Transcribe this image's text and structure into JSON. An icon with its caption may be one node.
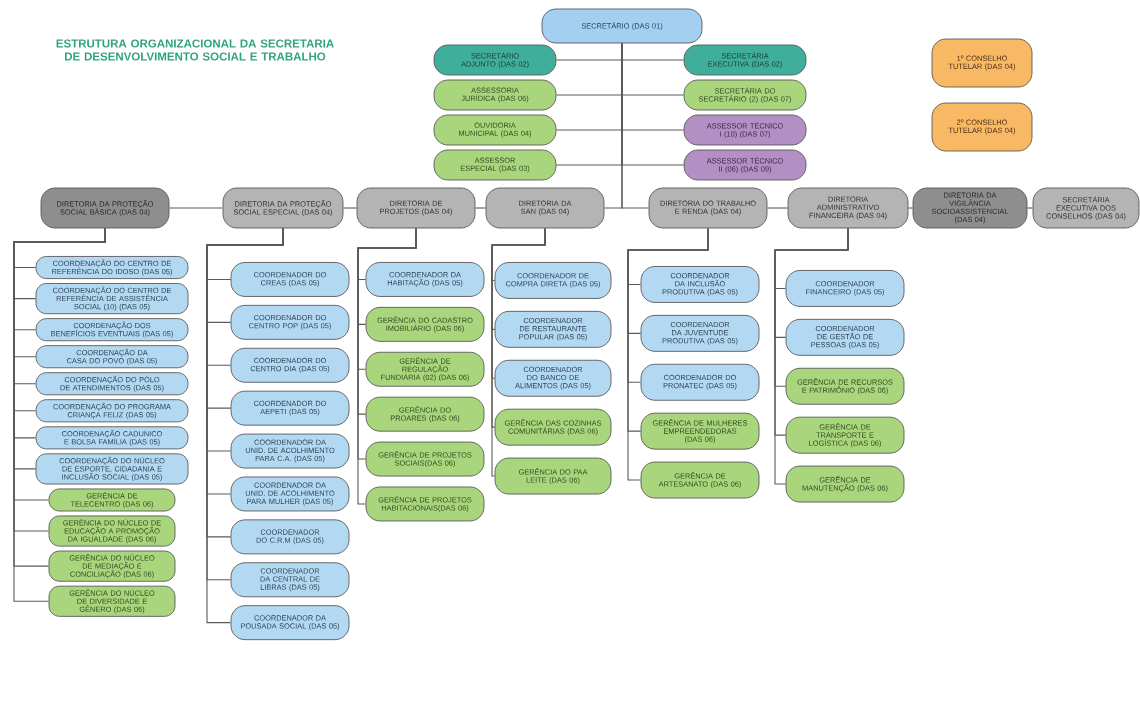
{
  "diagram": {
    "title": "ESTRUTURA ORGANIZACIONAL DA SECRETARIA DE DESENVOLVIMENTO SOCIAL E TRABALHO",
    "nodes": [
      {
        "text": [
          "SECRETÁRIO (DAS 01)"
        ]
      },
      {
        "text": [
          "SECRETÁRIO ADJUNTO (DAS 02)"
        ]
      },
      {
        "text": [
          "SECRETÁRIA EXECUTIVA (DAS 02)"
        ]
      },
      {
        "text": [
          "ASSESSORIA JURÍDICA (DAS 06)"
        ]
      },
      {
        "text": [
          "SECRETÁRIA DO SECRETÁRIO (2) (DAS 07)"
        ]
      },
      {
        "text": [
          "OUVIDORIA MUNICIPAL (DAS 04)"
        ]
      },
      {
        "text": [
          "ASSESSOR TÉCNICO I (10) (DAS 07)"
        ]
      },
      {
        "text": [
          "ASSESSOR ESPECIAL (DAS 03)"
        ]
      },
      {
        "text": [
          "ASSESSOR TÉCNICO II (06) (DAS 09)"
        ]
      },
      {
        "text": [
          "1º CONSELHO TUTELAR (DAS 04)"
        ]
      },
      {
        "text": [
          "2º CONSELHO TUTELAR (DAS 04)"
        ]
      },
      {
        "text": [
          "DIRETORIA DA PROTEÇÃO SOCIAL BÁSICA (DAS 04)"
        ]
      },
      {
        "text": [
          "DIRETORIA DA PROTEÇÃO SOCIAL ESPECIAL (DAS 04)"
        ]
      },
      {
        "text": [
          "DIRETORIA DE PROJETOS (DAS 04)"
        ]
      },
      {
        "text": [
          "DIRETORIA DA SAN (DAS 04)"
        ]
      },
      {
        "text": [
          "DIRETORIA DO TRABALHO E RENDA (DAS 04)"
        ]
      },
      {
        "text": [
          "DIRETORIA ADMINISTRATIVO FINANCEIRA (DAS 04)"
        ]
      },
      {
        "text": [
          "DIRETORIA DA VIGILÂNCIA SOCIOASSISTENCIAL (DAS 04)"
        ]
      },
      {
        "text": [
          "SECRETÁRIA EXECUTIVA DOS CONSELHOS (DAS 04)"
        ]
      },
      {
        "text": [
          "COORDENAÇÃO DO CENTRO DE REFERÊNCIA DO IDOSO (DAS 05)"
        ]
      },
      {
        "text": [
          "COORDENAÇÃO DO CENTRO DE REFERÊNCIA DE ASSISTÊNCIA SOCIAL (10) (DAS 05)"
        ]
      },
      {
        "text": [
          "COORDENAÇÃO DOS BENEFÍCIOS EVENTUAIS (DAS 05)"
        ]
      },
      {
        "text": [
          "COORDENAÇÃO DA CASA DO POVO (DAS 05)"
        ]
      },
      {
        "text": [
          "COORDENAÇÃO DO PÓLO DE ATENDIMENTOS (DAS 05)"
        ]
      },
      {
        "text": [
          "COORDENAÇÃO DO PROGRAMA CRIANÇA FELIZ (DAS 05)"
        ]
      },
      {
        "text": [
          "COORDENAÇÃO CADUNICO E BOLSA FAMÍLIA (DAS 05)"
        ]
      },
      {
        "text": [
          "COORDENAÇÃO DO NÚCLEO DE ESPORTE, CIDADANIA E INCLUSÃO SOCIAL (DAS 05)"
        ]
      },
      {
        "text": [
          "GERÊNCIA DE TELECENTRO (DAS 06)"
        ]
      },
      {
        "text": [
          "GERÊNCIA DO NÚCLEO DE EDUCAÇÃO A PROMOÇÃO DA IGUALDADE (DAS 06)"
        ]
      },
      {
        "text": [
          "GERÊNCIA DO NÚCLEO DE MEDIAÇÃO E CONCILIAÇÃO (DAS 06)"
        ]
      },
      {
        "text": [
          "GERÊNCIA DO NÚCLEO DE DIVERSIDADE E GÊNERO (DAS 06)"
        ]
      },
      {
        "text": [
          "COORDENADOR DO CREAS (DAS 05)"
        ]
      },
      {
        "text": [
          "COORDENADOR DO CENTRO POP (DAS 05)"
        ]
      },
      {
        "text": [
          "COORDENADOR DO CENTRO DIA (DAS 05)"
        ]
      },
      {
        "text": [
          "COORDENADOR DO AEPETI (DAS 05)"
        ]
      },
      {
        "text": [
          "COORDENADOR DA UNID. DE ACOLHIMENTO PARA C.A. (DAS 05)"
        ]
      },
      {
        "text": [
          "COORDENADOR DA UNID. DE ACOLHIMENTO PARA MULHER (DAS 05)"
        ]
      },
      {
        "text": [
          "COORDENADOR DO C.R.M (DAS 05)"
        ]
      },
      {
        "text": [
          "COORDENADOR DA CENTRAL DE LIBRAS (DAS 05)"
        ]
      },
      {
        "text": [
          "COORDENADOR DA POUSADA SOCIAL (DAS 05)"
        ]
      },
      {
        "text": [
          "COORDENADOR DA HABITAÇÃO (DAS 05)"
        ]
      },
      {
        "text": [
          "GERÊNCIA DO CADASTRO IMOBILIÁRIO (DAS 06)"
        ]
      },
      {
        "text": [
          "GERÊNCIA DE REGULAÇÃO FUNDIÁRIA (02) (DAS 06)"
        ]
      },
      {
        "text": [
          "GERÊNCIA DO PROARES (DAS 06)"
        ]
      },
      {
        "text": [
          "GERÊNCIA DE PROJETOS SOCIAIS(DAS 06)"
        ]
      },
      {
        "text": [
          "GERÊNCIA DE PROJETOS HABITACIONAIS(DAS 06)"
        ]
      },
      {
        "text": [
          "COORDENADOR DE COMPRA DIRETA (DAS 05)"
        ]
      },
      {
        "text": [
          "COORDENADOR DE RESTAURANTE POPULAR (DAS 05)"
        ]
      },
      {
        "text": [
          "COORDENADOR DO BANCO DE ALIMENTOS (DAS 05)"
        ]
      },
      {
        "text": [
          "GERÊNCIA DAS COZINHAS COMUNITÁRIAS (DAS 06)"
        ]
      },
      {
        "text": [
          "GERÊNCIA DO PAA LEITE (DAS 06)"
        ]
      },
      {
        "text": [
          "COORDENADOR DA INCLUSÃO PRODUTIVA (DAS 05)"
        ]
      },
      {
        "text": [
          "COORDENADOR DA JUVENTUDE PRODUTIVA (DAS 05)"
        ]
      },
      {
        "text": [
          "COORDENADOR DO PRONATEC (DAS 05)"
        ]
      },
      {
        "text": [
          "GERÊNCIA DE MULHERES EMPREENDEDORAS (DAS 06)"
        ]
      },
      {
        "text": [
          "GERÊNCIA DE ARTESANATO (DAS 06)"
        ]
      },
      {
        "text": [
          "COORDENADOR FINANCEIRO (DAS 05)"
        ]
      },
      {
        "text": [
          "COORDENADOR DE GESTÃO DE PESSOAS (DAS 05)"
        ]
      },
      {
        "text": [
          "GERÊNCIA DE RECURSOS E PATRIMÔNIO (DAS 06)"
        ]
      },
      {
        "text": [
          "GERÊNCIA DE TRANSPORTE E LOGÍSTICA (DAS 06)"
        ]
      },
      {
        "text": [
          "GERÊNCIA DE MANUTENÇÃO (DAS 06)"
        ]
      }
    ],
    "edges": [
      {
        "from": 0,
        "to": 1,
        "arrow": "none"
      },
      {
        "from": 0,
        "to": 2,
        "arrow": "none"
      },
      {
        "from": 0,
        "to": 3,
        "arrow": "none"
      },
      {
        "from": 0,
        "to": 4,
        "arrow": "none"
      },
      {
        "from": 0,
        "to": 5,
        "arrow": "none"
      },
      {
        "from": 0,
        "to": 6,
        "arrow": "none"
      },
      {
        "from": 0,
        "to": 7,
        "arrow": "none"
      },
      {
        "from": 0,
        "to": 8,
        "arrow": "none"
      },
      {
        "from": 0,
        "to": 14,
        "arrow": "none"
      },
      {
        "from": 0,
        "to": 15,
        "arrow": "none"
      },
      {
        "from": 11,
        "to": 12,
        "arrow": "none"
      },
      {
        "from": 12,
        "to": 13,
        "arrow": "none"
      },
      {
        "from": 13,
        "to": 14,
        "arrow": "none"
      },
      {
        "from": 15,
        "to": 16,
        "arrow": "none"
      },
      {
        "from": 16,
        "to": 17,
        "arrow": "none"
      },
      {
        "from": 17,
        "to": 18,
        "arrow": "none"
      },
      {
        "from": 11,
        "to": 19,
        "arrow": "none"
      },
      {
        "from": 11,
        "to": 20,
        "arrow": "none"
      },
      {
        "from": 11,
        "to": 21,
        "arrow": "none"
      },
      {
        "from": 11,
        "to": 22,
        "arrow": "none"
      },
      {
        "from": 11,
        "to": 23,
        "arrow": "none"
      },
      {
        "from": 11,
        "to": 24,
        "arrow": "none"
      },
      {
        "from": 11,
        "to": 25,
        "arrow": "none"
      },
      {
        "from": 11,
        "to": 26,
        "arrow": "none"
      },
      {
        "from": 11,
        "to": 27,
        "arrow": "none"
      },
      {
        "from": 11,
        "to": 28,
        "arrow": "none"
      },
      {
        "from": 11,
        "to": 29,
        "arrow": "none"
      },
      {
        "from": 11,
        "to": 30,
        "arrow": "none"
      },
      {
        "from": 12,
        "to": 31,
        "arrow": "none"
      },
      {
        "from": 12,
        "to": 32,
        "arrow": "none"
      },
      {
        "from": 12,
        "to": 33,
        "arrow": "none"
      },
      {
        "from": 12,
        "to": 34,
        "arrow": "none"
      },
      {
        "from": 12,
        "to": 35,
        "arrow": "none"
      },
      {
        "from": 12,
        "to": 36,
        "arrow": "none"
      },
      {
        "from": 12,
        "to": 37,
        "arrow": "none"
      },
      {
        "from": 12,
        "to": 38,
        "arrow": "none"
      },
      {
        "from": 12,
        "to": 39,
        "arrow": "none"
      },
      {
        "from": 13,
        "to": 40,
        "arrow": "none"
      },
      {
        "from": 13,
        "to": 41,
        "arrow": "none"
      },
      {
        "from": 13,
        "to": 42,
        "arrow": "none"
      },
      {
        "from": 13,
        "to": 43,
        "arrow": "none"
      },
      {
        "from": 13,
        "to": 44,
        "arrow": "none"
      },
      {
        "from": 13,
        "to": 45,
        "arrow": "none"
      },
      {
        "from": 14,
        "to": 46,
        "arrow": "none"
      },
      {
        "from": 14,
        "to": 47,
        "arrow": "none"
      },
      {
        "from": 14,
        "to": 48,
        "arrow": "none"
      },
      {
        "from": 14,
        "to": 49,
        "arrow": "none"
      },
      {
        "from": 14,
        "to": 50,
        "arrow": "none"
      },
      {
        "from": 15,
        "to": 51,
        "arrow": "none"
      },
      {
        "from": 15,
        "to": 52,
        "arrow": "none"
      },
      {
        "from": 15,
        "to": 53,
        "arrow": "none"
      },
      {
        "from": 15,
        "to": 54,
        "arrow": "none"
      },
      {
        "from": 15,
        "to": 55,
        "arrow": "none"
      },
      {
        "from": 16,
        "to": 56,
        "arrow": "none"
      },
      {
        "from": 16,
        "to": 57,
        "arrow": "none"
      },
      {
        "from": 16,
        "to": 58,
        "arrow": "none"
      },
      {
        "from": 16,
        "to": 59,
        "arrow": "none"
      },
      {
        "from": 16,
        "to": 60,
        "arrow": "none"
      }
    ]
  }
}
